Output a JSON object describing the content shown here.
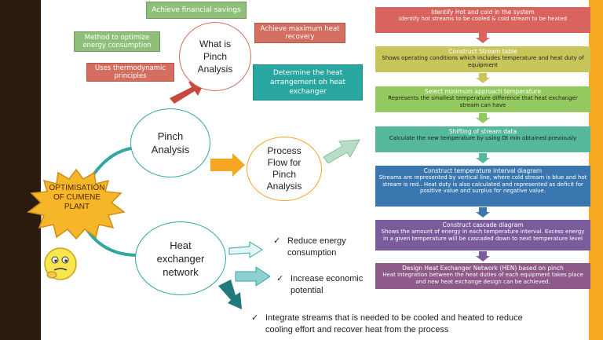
{
  "center": {
    "label": "OPTIMISATION OF CUMENE PLANT"
  },
  "nodes": {
    "pinch_analysis": "Pinch Analysis",
    "what_is_pinch": "What is Pinch Analysis",
    "process_flow": "Process Flow for Pinch Analysis",
    "hen": "Heat exchanger network"
  },
  "tags": {
    "financial": "Achieve financial savings",
    "method": "Method to optimize energy consumption",
    "thermo": "Uses thermodynamic principles",
    "max_heat": "Achieve maximum heat recovery",
    "determine": "Determine the heat arrangement oh heat exchanger"
  },
  "steps": [
    {
      "title": "Identify Hot and cold in the system",
      "body": "Identify hot streams to be cooled & cold stream to be heated",
      "color": "#d9635d"
    },
    {
      "title": "Construct Stream table",
      "body": "Shows operating conditions which includes temperature and heat duty of equipment",
      "color": "#c8c65a"
    },
    {
      "title": "Select minimum approach temperature",
      "body": "Represents the smallest temperature difference that heat exchanger stream can have",
      "color": "#93c95f"
    },
    {
      "title": "Shifting of stream data",
      "body": "Calculate the new temperature by using Dt min obtained previously",
      "color": "#56b89a"
    },
    {
      "title": "Construct temperature interval diagram",
      "body": "Streams are represented by vertical line, where cold stream is blue and hot stream is red.. Heat duty is also calculated and represented as deficit for positive value and surplus for negative value.",
      "color": "#3a77b0"
    },
    {
      "title": "Construct cascade diagram",
      "body": "Shows the amount of energy in each temperature interval. Excess energy in a given temperature will be cascaded down to next temperature level",
      "color": "#7a5c9c"
    },
    {
      "title": "Design Heat Exchanger Network (HEN) based on pinch",
      "body": "Heat integration between the heat duties of each equipment takes place and new heat exchange design can be achieved.",
      "color": "#8d5a8a"
    }
  ],
  "bullets": [
    "Reduce energy consumption",
    "Increase economic potential",
    "Integrate streams that is needed to be cooled and heated to reduce cooling effort and recover heat from the process"
  ],
  "checkmark": "✓",
  "colors": {
    "teal_line": "#33a6a2",
    "orange_arrow": "#f5a623",
    "red_arrow": "#c8473e",
    "center_fill": "#f6b62a",
    "right_strip": "#f7a823"
  }
}
